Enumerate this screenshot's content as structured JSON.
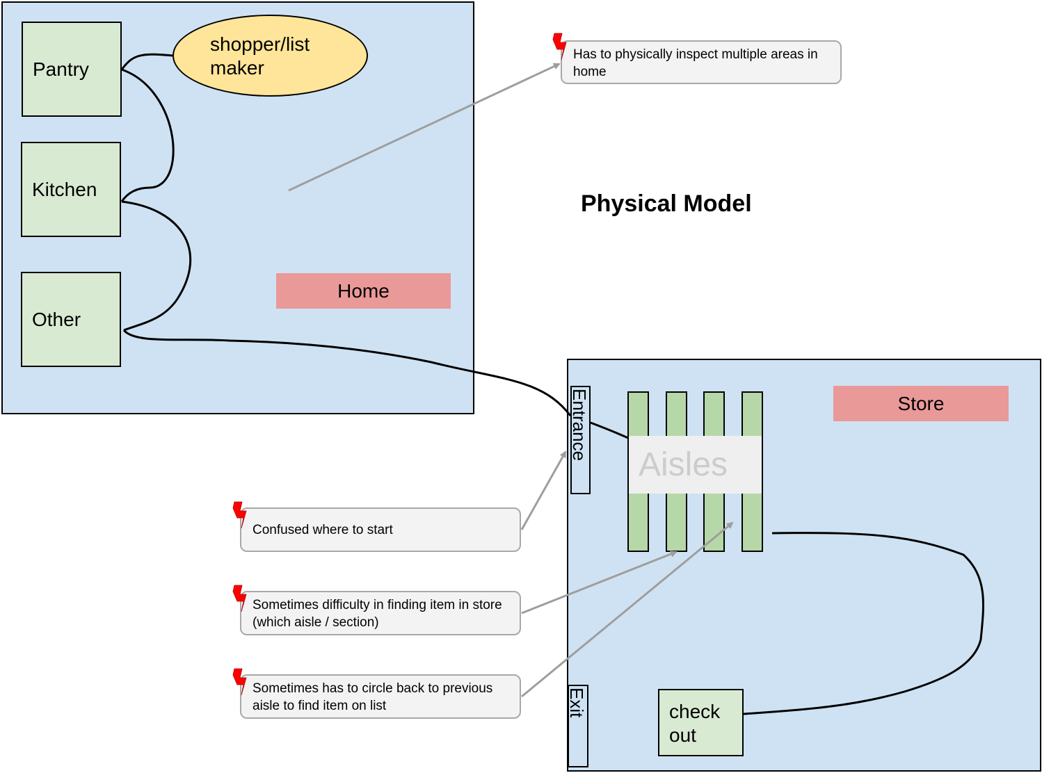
{
  "title": "Physical Model",
  "home": {
    "label": "Home",
    "rooms": [
      "Pantry",
      "Kitchen",
      "Other"
    ],
    "actor": "shopper/list maker"
  },
  "store": {
    "label": "Store",
    "entrance": "Entrance",
    "exit": "Exit",
    "aisles": "Aisles",
    "checkout": "check out"
  },
  "pain_points": [
    "Has to physically inspect multiple areas in home",
    "Confused where to start",
    "Sometimes difficulty in finding item in store (which aisle / section)",
    "Sometimes has to circle back to previous aisle to find item on list"
  ],
  "colors": {
    "region": "#cfe2f3",
    "room": "#d9ead3",
    "label": "#ea9999",
    "actor": "#ffe599",
    "aisle": "#b6d7a8",
    "callout": "#f3f3f3",
    "pain_icon": "#ff0000"
  },
  "icons": {
    "pain_point": "lightning-bolt-icon"
  }
}
